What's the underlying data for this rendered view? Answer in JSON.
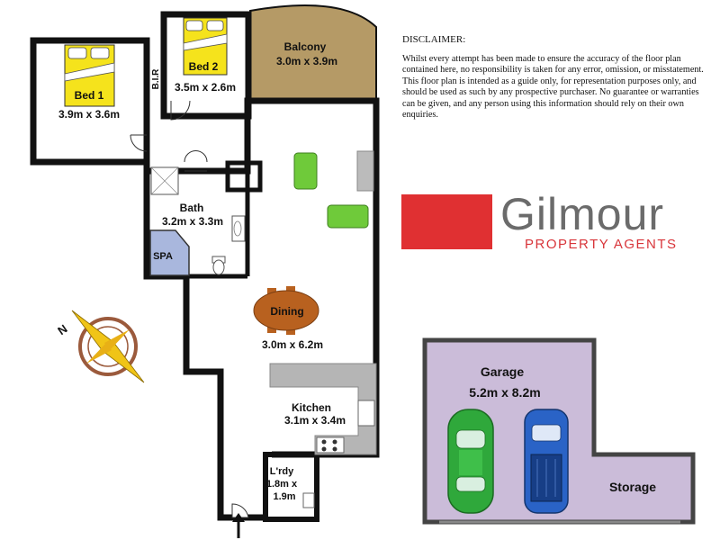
{
  "disclaimer": {
    "title": "DISCLAIMER:",
    "body": "Whilst every attempt has been made to ensure the accuracy of the floor plan contained here, no responsibility is taken for any error, omission, or misstatement. This floor plan is intended as a guide only, for representation purposes only, and should be used as such by any prospective purchaser. No guarantee or warranties can be given, and any person using this information should rely on their own enquiries."
  },
  "logo": {
    "name": "Gilmour",
    "tagline": "PROPERTY AGENTS",
    "accent_color": "#e03032",
    "name_color": "#6b6b6b"
  },
  "rooms": {
    "balcony": {
      "name": "Balcony",
      "size": "3.0m x 3.9m"
    },
    "bed1": {
      "name": "Bed 1",
      "size": "3.9m x 3.6m"
    },
    "bed2": {
      "name": "Bed 2",
      "size": "3.5m x 2.6m"
    },
    "bir": {
      "name": "B.I.R"
    },
    "bath": {
      "name": "Bath",
      "size": "3.2m x 3.3m"
    },
    "spa": {
      "name": "SPA"
    },
    "dining": {
      "name": "Dining",
      "size": "3.0m x 6.2m"
    },
    "kitchen": {
      "name": "Kitchen",
      "size": "3.1m x 3.4m"
    },
    "laundry": {
      "name": "L'rdy",
      "size_line1": "1.8m x",
      "size_line2": "1.9m"
    },
    "garage": {
      "name": "Garage",
      "size": "5.2m x 8.2m"
    },
    "storage": {
      "name": "Storage"
    }
  },
  "compass": {
    "label": "N"
  },
  "colors": {
    "wall": "#111111",
    "balcony": "#b59a66",
    "garage": "#cbbcd9",
    "spa": "#a9b7dd",
    "bed": "#f5e31c",
    "sofa": "#6fca3a",
    "dining_table": "#b8611f",
    "green_car": "#2fa83b",
    "blue_car": "#2a63c6",
    "counter": "#b5b5b5"
  }
}
